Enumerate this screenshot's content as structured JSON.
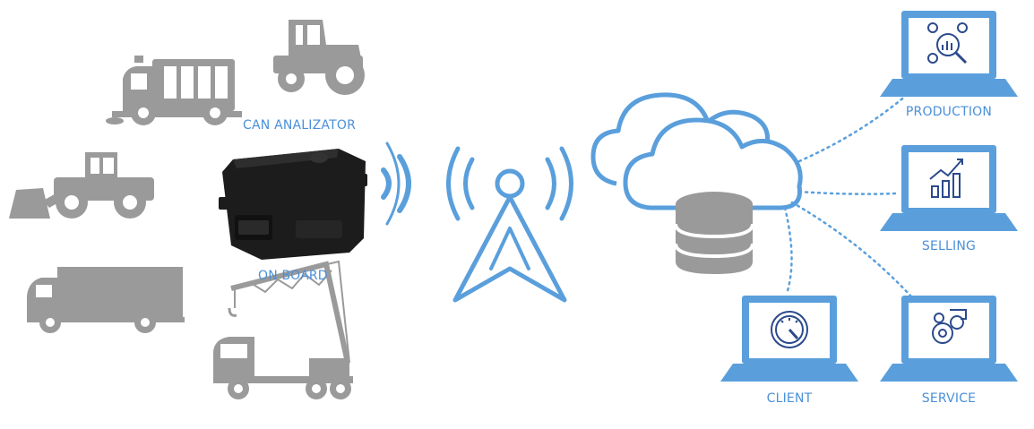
{
  "labels": {
    "can_analizator": "CAN ANALIZATOR",
    "on_board": "ON BOARD",
    "production": "PRODUCTION",
    "selling": "SELLING",
    "client": "CLIENT",
    "service": "SERVICE"
  },
  "colors": {
    "accent": "#5a9fdc",
    "label": "#4a90d9",
    "vehicle_gray": "#9a9a9a",
    "device_black": "#1c1c1c",
    "database_gray": "#9a9a9a"
  }
}
